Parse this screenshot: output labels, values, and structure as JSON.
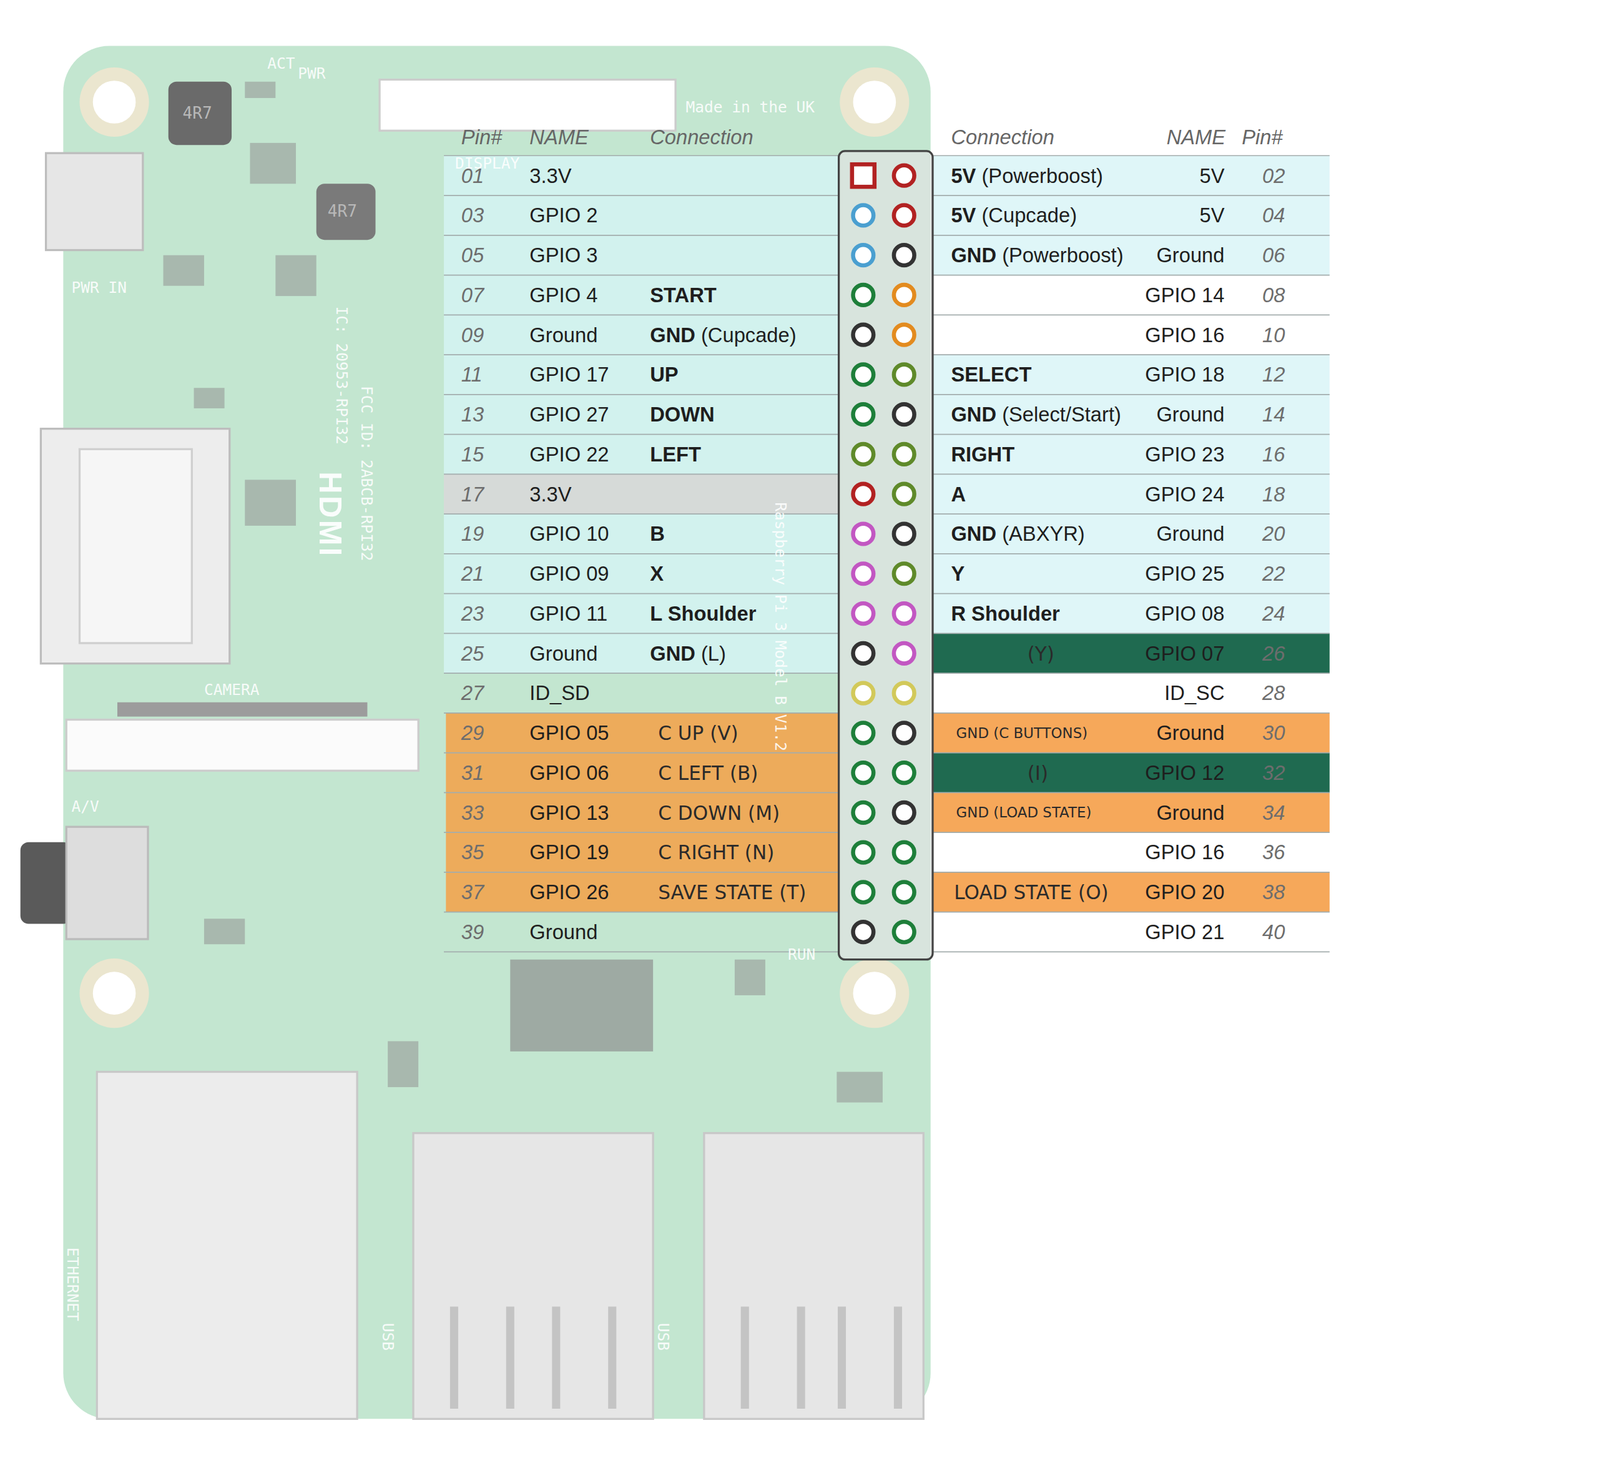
{
  "diagram": {
    "labels": [
      "Pin#",
      "NAME",
      "Connection",
      "Connection",
      "NAME",
      "Pin#",
      "01",
      "3.3V",
      "5V",
      "(Powerboost)",
      "5V",
      "02",
      "03",
      "GPIO 2",
      "5V",
      "(Cupcade)",
      "5V",
      "04",
      "05",
      "GPIO 3",
      "GND",
      "(Powerboost)",
      "Ground",
      "06",
      "07",
      "GPIO 4",
      "START",
      "GPIO 14",
      "08",
      "09",
      "Ground",
      "GND",
      "(Cupcade)",
      "GPIO 16",
      "10",
      "11",
      "GPIO 17",
      "UP",
      "SELECT",
      "GPIO 18",
      "12",
      "13",
      "GPIO 27",
      "DOWN",
      "GND",
      "(Select/Start)",
      "Ground",
      "14",
      "15",
      "GPIO 22",
      "LEFT",
      "RIGHT",
      "GPIO 23",
      "16",
      "17",
      "3.3V",
      "A",
      "GPIO 24",
      "18",
      "19",
      "GPIO 10",
      "B",
      "GND",
      "(ABXYR)",
      "Ground",
      "20",
      "21",
      "GPIO 09",
      "X",
      "Y",
      "GPIO 25",
      "22",
      "23",
      "GPIO 11",
      "L Shoulder",
      "R Shoulder",
      "GPIO 08",
      "24",
      "25",
      "Ground",
      "GND",
      "(L)",
      "(Y)",
      "GPIO 07",
      "26",
      "27",
      "ID_SD",
      "ID_SC",
      "28",
      "29",
      "GPIO 05",
      "C UP (V)",
      "GND (C BUTTONS)",
      "Ground",
      "30",
      "31",
      "GPIO 06",
      "C LEFT (B)",
      "(I)",
      "GPIO 12",
      "32",
      "33",
      "GPIO 13",
      "C DOWN (M)",
      "GND (LOAD STATE)",
      "Ground",
      "34",
      "35",
      "GPIO 19",
      "C RIGHT (N)",
      "GPIO 16",
      "36",
      "37",
      "GPIO 26",
      "SAVE STATE (T)",
      "LOAD STATE (O)",
      "GPIO 20",
      "38",
      "39",
      "Ground",
      "GPIO 21",
      "40",
      "Made in the UK",
      "ACT",
      "PWR",
      "4R7",
      "4R7",
      "PWR IN",
      "DISPLAY",
      "HDMI",
      "FCC ID: 2ABCB-RPI32",
      "IC: 20953-RPI32",
      "Raspberry Pi 3 Model B V1.2",
      "CAMERA",
      "A/V",
      "RUN",
      "ETHERNET",
      "USB",
      "USB"
    ]
  }
}
